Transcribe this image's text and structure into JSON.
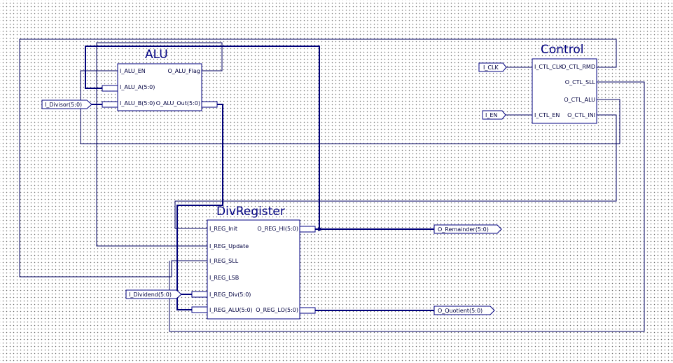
{
  "blocks": {
    "alu": {
      "title": "ALU",
      "pins": {
        "i_alu_en": "I_ALU_EN",
        "o_alu_flag": "O_ALU_Flag",
        "i_alu_a": "I_ALU_A(5:0)",
        "i_alu_b": "I_ALU_B(5:0)",
        "o_alu_out": "O_ALU_Out(5:0)"
      }
    },
    "control": {
      "title": "Control",
      "pins": {
        "i_ctl_clk": "I_CTL_CLK",
        "o_ctl_rmd": "O_CTL_RMD",
        "o_ctl_sll": "O_CTL_SLL",
        "o_ctl_alu": "O_CTL_ALU",
        "i_ctl_en": "I_CTL_EN",
        "o_ctl_ini": "O_CTL_INI"
      }
    },
    "divregister": {
      "title": "DivRegister",
      "pins": {
        "i_reg_init": "I_REG_Init",
        "o_reg_hi": "O_REG_HI(5:0)",
        "i_reg_update": "I_REG_Update",
        "i_reg_sll": "I_REG_SLL",
        "i_reg_lsb": "I_REG_LSB",
        "i_reg_div": "I_REG_Div(5:0)",
        "i_reg_alu": "I_REG_ALU(5:0)",
        "o_reg_lo": "O_REG_LO(5:0)"
      }
    }
  },
  "ports": {
    "i_clk": "I_CLK",
    "i_en": "I_EN",
    "i_divisor": "I_Divisor(5:0)",
    "i_dividend": "I_Dividend(5:0)",
    "o_remainder": "O_Remainder(5:0)",
    "o_quotient": "O_Quotient(5:0)"
  },
  "colors": {
    "wire": "#000060",
    "bus": "#00007a",
    "block_border": "#000080",
    "grid_dot": "#6e6e6e",
    "background": "#ffffff"
  }
}
